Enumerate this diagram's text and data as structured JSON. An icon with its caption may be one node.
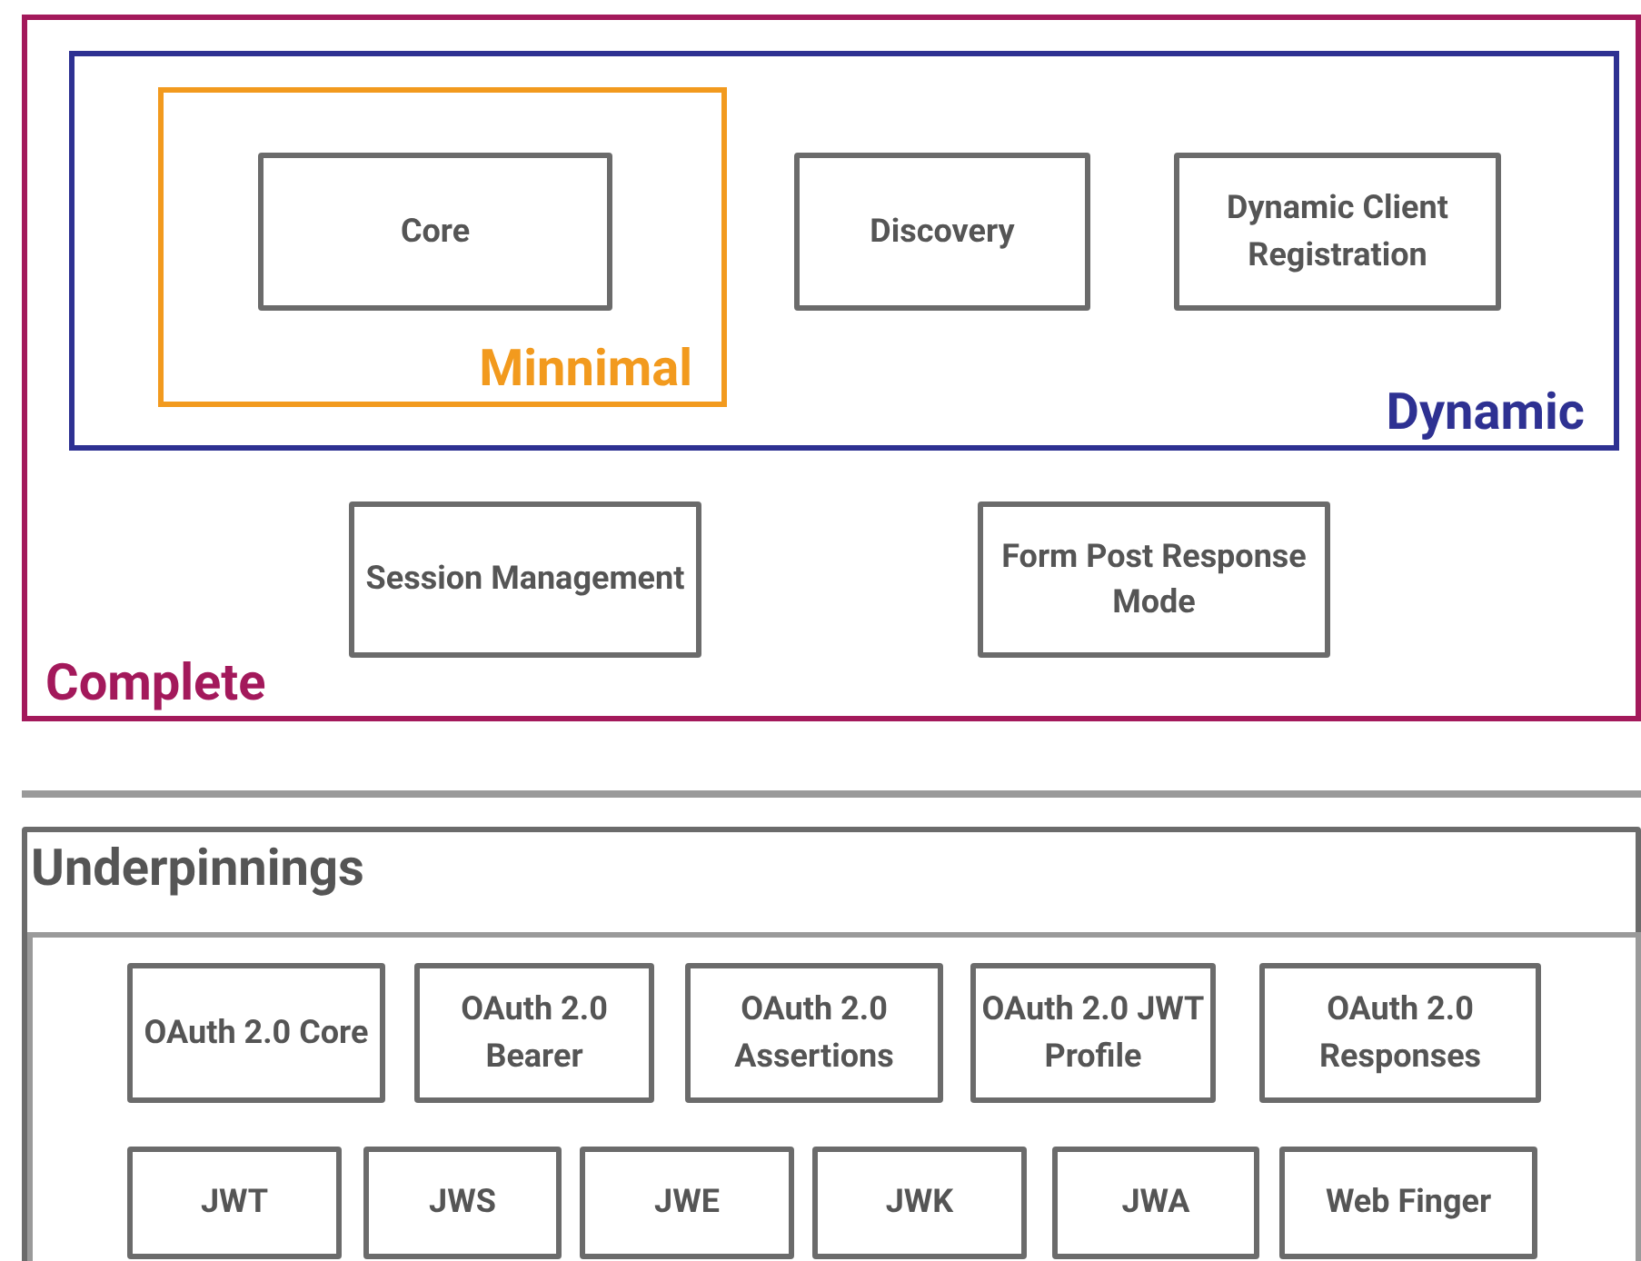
{
  "diagram": {
    "nodes": [
      {
        "text": [
          "Complete"
        ]
      },
      {
        "text": [
          "Dynamic"
        ],
        "in": 0
      },
      {
        "text": [
          "Minnimal"
        ],
        "in": 1
      },
      {
        "text": [
          "Core"
        ],
        "in": 2
      },
      {
        "text": [
          "Discovery"
        ],
        "in": 1
      },
      {
        "text": [
          "Dynamic Client Registration"
        ],
        "in": 1
      },
      {
        "text": [
          "Session Management"
        ],
        "in": 0
      },
      {
        "text": [
          "Form Post Response Mode"
        ],
        "in": 0
      },
      {
        "text": [
          "Underpinnings"
        ]
      },
      {
        "text": [
          "OAuth 2.0 Core"
        ],
        "in": 8
      },
      {
        "text": [
          "OAuth 2.0 Bearer"
        ],
        "in": 8
      },
      {
        "text": [
          "OAuth 2.0 Assertions"
        ],
        "in": 8
      },
      {
        "text": [
          "OAuth 2.0 JWT Profile"
        ],
        "in": 8
      },
      {
        "text": [
          "OAuth 2.0 Responses"
        ],
        "in": 8
      },
      {
        "text": [
          "JWT"
        ],
        "in": 8
      },
      {
        "text": [
          "JWS"
        ],
        "in": 8
      },
      {
        "text": [
          "JWE"
        ],
        "in": 8
      },
      {
        "text": [
          "JWK"
        ],
        "in": 8
      },
      {
        "text": [
          "JWA"
        ],
        "in": 8
      },
      {
        "text": [
          "Web Finger"
        ],
        "in": 8
      }
    ],
    "edges": []
  }
}
